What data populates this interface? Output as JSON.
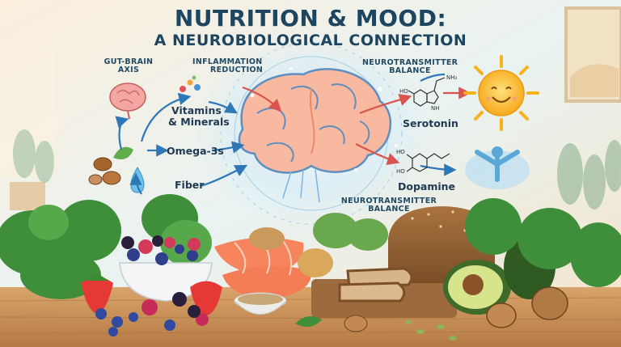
{
  "title": {
    "line1": "NUTRITION & MOOD:",
    "line2": "A NEUROBIOLOGICAL CONNECTION"
  },
  "labels": {
    "gut_brain_line1": "GUT-BRAIN",
    "gut_brain_line2": "AXIS",
    "inflammation_line1": "INFLAMMATION",
    "inflammation_line2": "REDUCTION",
    "nt_balance_top_line1": "NEUROTRANSMITTER",
    "nt_balance_top_line2": "BALANCE",
    "nt_balance_bottom_line1": "NEUROTRANSMITTER",
    "nt_balance_bottom_line2": "BALANCE"
  },
  "nutrients": {
    "vitamins_line1": "Vitamins",
    "vitamins_line2": "& Minerals",
    "omega": "Omega-3s",
    "fiber": "Fiber"
  },
  "neurotransmitters": {
    "serotonin": "Serotonin",
    "dopamine": "Dopamine"
  },
  "molecule_labels": {
    "nh2": "NH₂",
    "ho": "HO",
    "h": "H",
    "n": "N"
  },
  "colors": {
    "title": "#1e4560",
    "label": "#234a63",
    "arrow_blue": "#2e78b8",
    "arrow_red": "#d9534f",
    "brain": "#f5a98e",
    "sun": "#f7b21b"
  },
  "icons": [
    "brain-icon",
    "sun-icon",
    "person-icon",
    "water-drop-icon",
    "leaf-icon"
  ]
}
